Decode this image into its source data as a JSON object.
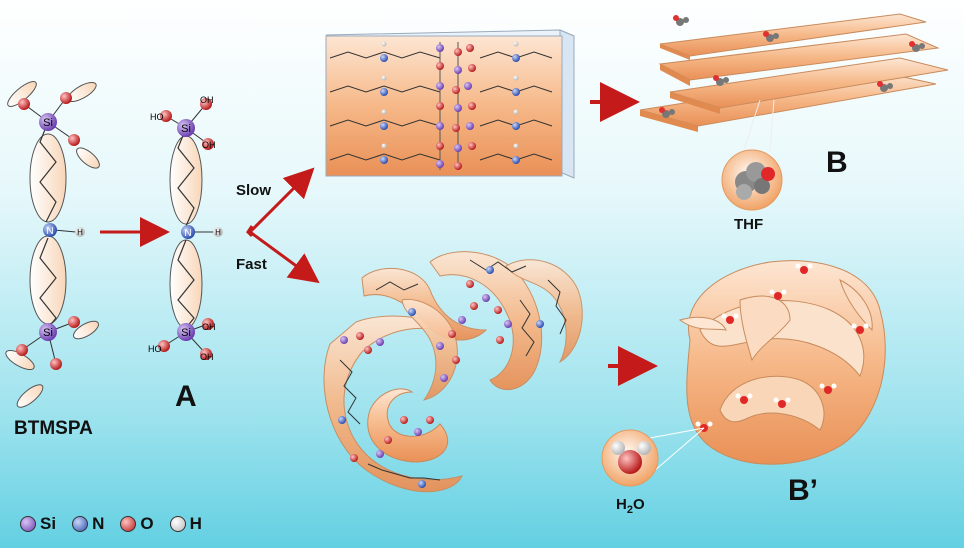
{
  "labels": {
    "btmspa": "BTMSPA",
    "a": "A",
    "slow": "Slow",
    "fast": "Fast",
    "b": "B",
    "b_prime": "B’",
    "thf": "THF",
    "h2o_main": "H",
    "h2o_sub": "2",
    "h2o_end": "O"
  },
  "atoms": {
    "si": "Si",
    "n": "N",
    "o": "O",
    "h": "H",
    "ho": "HO",
    "oh": "OH"
  },
  "legend": [
    {
      "symbol": "Si",
      "color": "#8a5cc8"
    },
    {
      "symbol": "N",
      "color": "#4a6ed0"
    },
    {
      "symbol": "O",
      "color": "#d83a3a"
    },
    {
      "symbol": "H",
      "color": "#f2f2f2"
    }
  ],
  "colors": {
    "arrow": "#c41a1a",
    "sheet": "#f5b98a",
    "si": "#8a5cc8",
    "n": "#4a6ed0",
    "o": "#d83a3a"
  }
}
